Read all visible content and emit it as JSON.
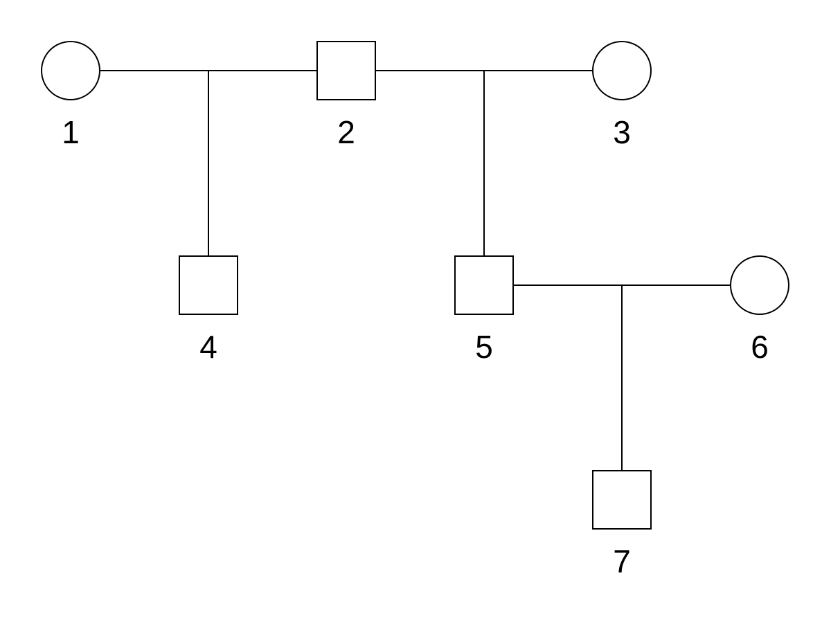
{
  "members": [
    {
      "id": "1",
      "label": "1",
      "sex": "female",
      "generation": 1
    },
    {
      "id": "2",
      "label": "2",
      "sex": "male",
      "generation": 1
    },
    {
      "id": "3",
      "label": "3",
      "sex": "female",
      "generation": 1
    },
    {
      "id": "4",
      "label": "4",
      "sex": "male",
      "generation": 2
    },
    {
      "id": "5",
      "label": "5",
      "sex": "male",
      "generation": 2
    },
    {
      "id": "6",
      "label": "6",
      "sex": "female",
      "generation": 2
    },
    {
      "id": "7",
      "label": "7",
      "sex": "male",
      "generation": 3
    }
  ],
  "unions": [
    {
      "partners": [
        "1",
        "2"
      ],
      "children": [
        "4"
      ]
    },
    {
      "partners": [
        "2",
        "3"
      ],
      "children": [
        "5"
      ]
    },
    {
      "partners": [
        "5",
        "6"
      ],
      "children": [
        "7"
      ]
    }
  ],
  "colors": {
    "stroke": "#000000",
    "fill": "#ffffff",
    "background": "#ffffff"
  }
}
